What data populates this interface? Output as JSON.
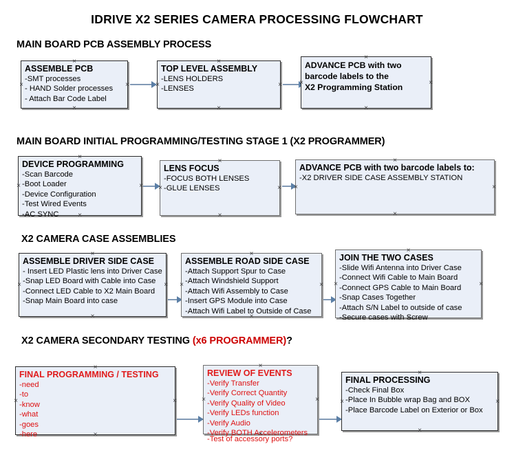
{
  "document": {
    "title": "IDRIVE X2  SERIES CAMERA PROCESSING FLOWCHART"
  },
  "sections": [
    {
      "id": "main-board-pcb-assembly-process",
      "heading": "MAIN BOARD PCB ASSEMBLY PROCESS",
      "heading_red": ""
    },
    {
      "id": "main-board-initial-programming",
      "heading": "MAIN BOARD INITIAL PROGRAMMING/TESTING STAGE 1 (X2 PROGRAMMER)",
      "heading_red": ""
    },
    {
      "id": "x2-camera-case-assemblies",
      "heading": "X2 CAMERA CASE ASSEMBLIES",
      "heading_red": ""
    },
    {
      "id": "x2-camera-secondary-testing",
      "heading": "X2 CAMERA SECONDARY TESTING  ",
      "heading_red": "(x6 PROGRAMMER)",
      "heading_tail": "?"
    }
  ],
  "nodes": {
    "assemble_pcb": {
      "title": "ASSEMBLE PCB",
      "lines": [
        " -SMT processes",
        "- HAND Solder processes",
        "- Attach Bar Code Label"
      ]
    },
    "top_level_assembly": {
      "title": "TOP LEVEL ASSEMBLY",
      "lines": [
        "-LENS HOLDERS",
        "-LENSES"
      ]
    },
    "advance_pcb_programming_station": {
      "lines": [
        "ADVANCE PCB with two",
        "barcode labels to the",
        " X2 Programming Station"
      ]
    },
    "device_programming": {
      "title": "DEVICE PROGRAMMING",
      "lines": [
        "-Scan Barcode",
        "-Boot Loader",
        "-Device Configuration",
        "-Test Wired Events",
        "-AC SYNC"
      ]
    },
    "lens_focus": {
      "title": "LENS FOCUS",
      "lines": [
        "-FOCUS BOTH LENSES",
        "-GLUE LENSES"
      ]
    },
    "advance_pcb_driver_side": {
      "title": "ADVANCE PCB with two barcode labels to:",
      "lines": [
        "-X2 DRIVER  SIDE  CASE  ASSEMBLY STATION"
      ]
    },
    "assemble_driver_side_case": {
      "title": "ASSEMBLE DRIVER SIDE CASE",
      "lines": [
        "- Insert LED Plastic lens into Driver Case",
        "-Snap LED Board with Cable into Case",
        "-Connect LED Cable to X2 Main Board",
        "-Snap Main Board into case"
      ]
    },
    "assemble_road_side_case": {
      "title": "ASSEMBLE ROAD SIDE CASE",
      "lines": [
        "-Attach Support Spur to Case",
        "-Attach Windshield Support",
        "-Attach Wifi Assembly to Case",
        "-Insert GPS Module into Case",
        "-Attach Wifi Label to Outside of Case"
      ]
    },
    "join_the_two_cases": {
      "title": "JOIN THE TWO CASES",
      "lines": [
        "-Slide Wifi Antenna into Driver Case",
        "-Connect Wifi Cable to Main Board",
        "-Connect GPS Cable to Main Board",
        "-Snap Cases Together",
        "-Attach S/N Label to outside of case",
        "-Secure cases with Screw"
      ]
    },
    "final_programming_testing": {
      "title": "FINAL PROGRAMMING / TESTING",
      "lines": [
        "-need",
        "-to",
        "-know",
        "-what",
        "-goes",
        "-here"
      ]
    },
    "review_of_events": {
      "title": "REVIEW OF EVENTS",
      "lines": [
        "-Verify Transfer",
        "-Verify Correct Quantity",
        "-Verify Quality of Video",
        "-Verify LEDs function",
        "-Verify Audio",
        "-Verify BOTH Accelerometers"
      ],
      "overflow_line": "-Test of accessory ports?"
    },
    "final_processing": {
      "title": "FINAL PROCESSING",
      "lines": [
        " -Check Final Box",
        "-Place In Bubble wrap Bag and BOX",
        "-Place Barcode Label on Exterior or Box"
      ]
    }
  },
  "colors": {
    "node_fill": "#eaeff8",
    "node_border": "#2b2b2b",
    "node_shadow": "#9a9a9a",
    "arrow": "#8199b5",
    "red_text": "#dd1111",
    "heading_red": "#cc0000",
    "text": "#000000"
  }
}
